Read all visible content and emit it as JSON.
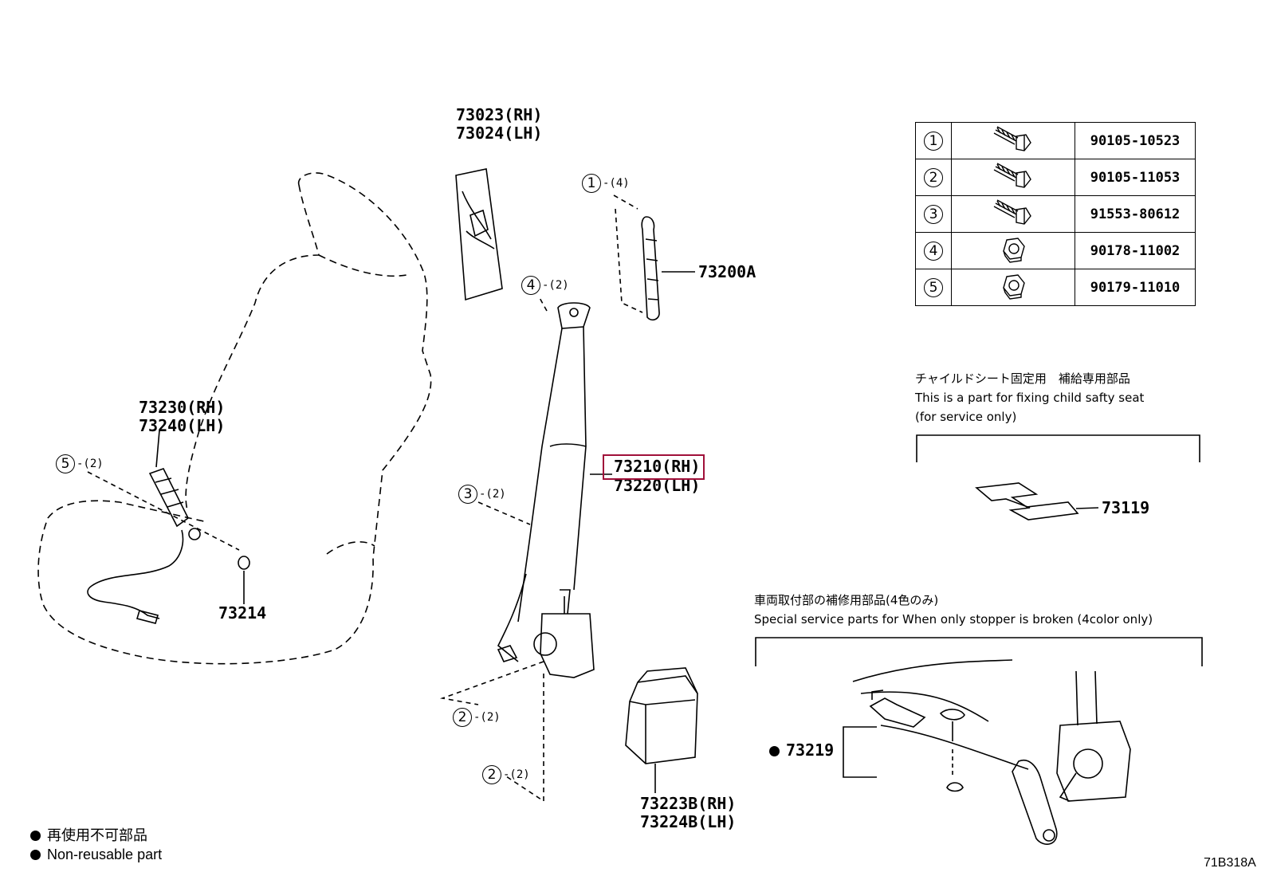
{
  "labels": {
    "trim_pillar_rh": "73023(RH)",
    "trim_pillar_lh": "73024(LH)",
    "anchor_adjuster": "73200A",
    "buckle_rh": "73230(RH)",
    "buckle_lh": "73240(LH)",
    "washer": "73214",
    "belt_rh": "73210(RH)",
    "belt_lh": "73220(LH)",
    "cover_rh": "73223B(RH)",
    "cover_lh": "73224B(LH)",
    "child_seat_part": "73119",
    "stopper_part": "73219"
  },
  "callouts": {
    "c1": {
      "num": "1",
      "qty": "-(4)"
    },
    "c4": {
      "num": "4",
      "qty": "-(2)"
    },
    "c5": {
      "num": "5",
      "qty": "-(2)"
    },
    "c3": {
      "num": "3",
      "qty": "-(2)"
    },
    "c2a": {
      "num": "2",
      "qty": "-(2)"
    },
    "c2b": {
      "num": "2",
      "qty": "-(2)"
    }
  },
  "fastener_table": [
    {
      "num": "1",
      "icon": "bolt-icon",
      "part": "90105-10523"
    },
    {
      "num": "2",
      "icon": "bolt-icon",
      "part": "90105-11053"
    },
    {
      "num": "3",
      "icon": "bolt-icon",
      "part": "91553-80612"
    },
    {
      "num": "4",
      "icon": "nut-icon",
      "part": "90178-11002"
    },
    {
      "num": "5",
      "icon": "nut-icon",
      "part": "90179-11010"
    }
  ],
  "child_seat_note": {
    "jp": "チャイルドシート固定用　補給専用部品",
    "en1": "This is a part for fixing child safty seat",
    "en2": "(for service only)"
  },
  "stopper_note": {
    "jp": "車両取付部の補修用部品(4色のみ)",
    "en": "Special service parts for When only stopper is broken (4color only)"
  },
  "legend": {
    "jp": "再使用不可部品",
    "en": "Non-reusable part"
  },
  "diagram_code": "71B318A",
  "highlight_color": "#a0103a"
}
